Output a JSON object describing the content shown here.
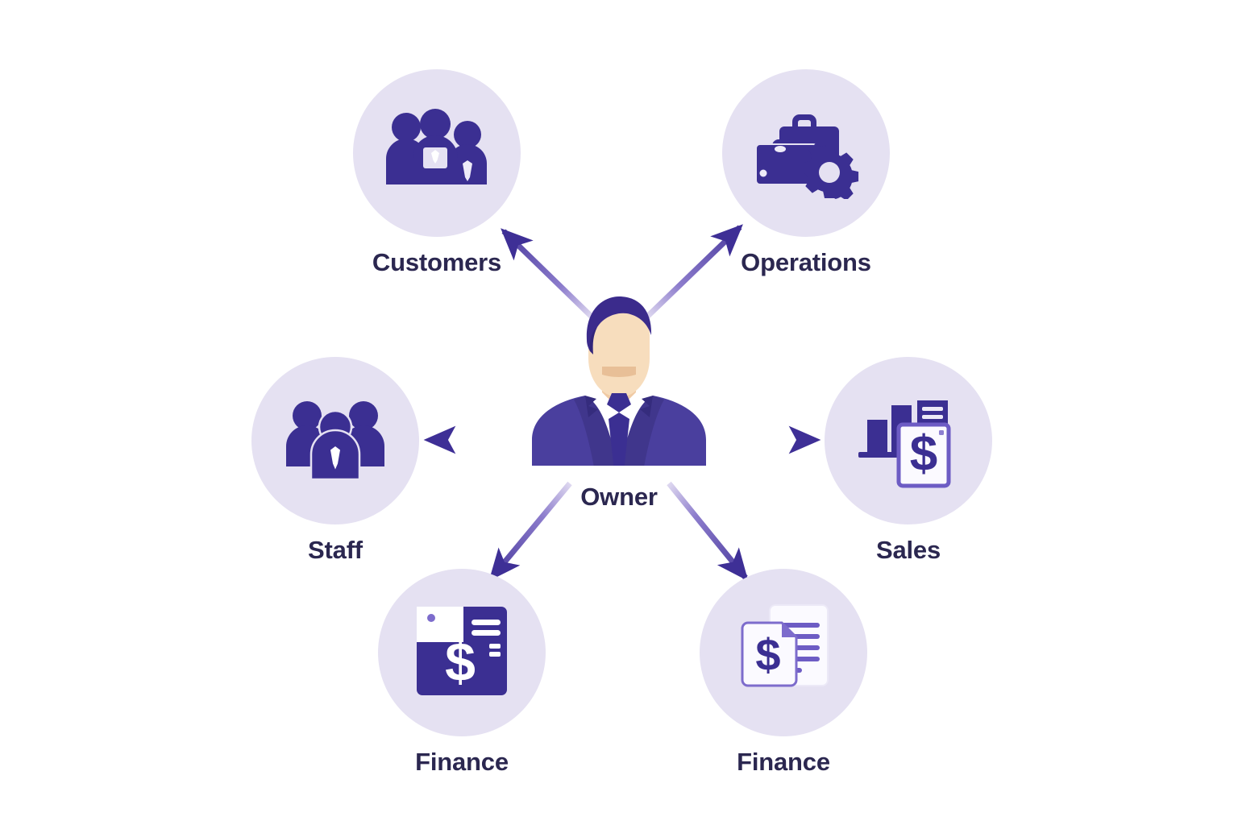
{
  "diagram": {
    "title": "Owner hub-and-spoke business function diagram",
    "background_color": "#ffffff",
    "bubble_color": "#e5e1f2",
    "icon_color": "#3b2f92",
    "icon_color_light": "#5b4bbd",
    "label_color": "#2b2750",
    "arrow_color_solid": "#4a3a9e",
    "arrow_color_fade": "#d8d2ef"
  },
  "center": {
    "label": "Owner",
    "icon": "businessman-avatar-icon",
    "hair_color": "#3b2b8c",
    "skin_color": "#f5d9b8",
    "suit_color": "#4a3f9e",
    "suit_shadow_color": "#3a3080",
    "shirt_color": "#ffffff",
    "tie_color": "#3b2f92"
  },
  "nodes": [
    {
      "id": "customers",
      "label": "Customers",
      "icon": "group-of-customers-icon",
      "arrow_direction": "out-up-left"
    },
    {
      "id": "operations",
      "label": "Operations",
      "icon": "briefcase-and-gear-icon",
      "arrow_direction": "out-up-right"
    },
    {
      "id": "staff",
      "label": "Staff",
      "icon": "team-of-staff-icon",
      "arrow_direction": "out-left"
    },
    {
      "id": "sales",
      "label": "Sales",
      "icon": "bar-chart-with-dollar-receipt-icon",
      "arrow_direction": "out-right"
    },
    {
      "id": "finance-1",
      "label": "Finance",
      "icon": "dollar-card-icon",
      "arrow_direction": "out-down-left"
    },
    {
      "id": "finance-2",
      "label": "Finance",
      "icon": "dollar-documents-icon",
      "arrow_direction": "out-down-right"
    }
  ],
  "arrows": [
    {
      "id": "arrow-to-customers",
      "from": "Owner",
      "to": "Customers"
    },
    {
      "id": "arrow-to-operations",
      "from": "Owner",
      "to": "Operations"
    },
    {
      "id": "arrow-to-staff",
      "from": "Owner",
      "to": "Staff"
    },
    {
      "id": "arrow-to-sales",
      "from": "Owner",
      "to": "Sales"
    },
    {
      "id": "arrow-to-finance-1",
      "from": "Owner",
      "to": "Finance"
    },
    {
      "id": "arrow-to-finance-2",
      "from": "Owner",
      "to": "Finance"
    }
  ]
}
